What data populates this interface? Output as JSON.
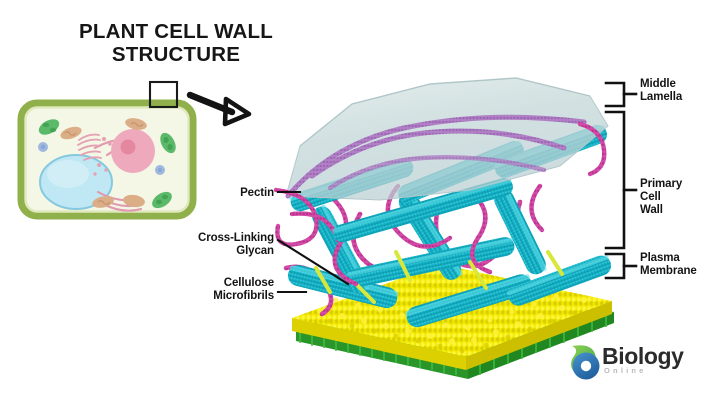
{
  "title": {
    "line1": "PLANT CELL WALL",
    "line2": "STRUCTURE"
  },
  "labels_left": {
    "pectin": "Pectin",
    "glycan_line1": "Cross-Linking",
    "glycan_line2": "Glycan",
    "microfibrils_line1": "Cellulose",
    "microfibrils_line2": "Microfibrils"
  },
  "labels_right": {
    "middle_lamella_line1": "Middle",
    "middle_lamella_line2": "Lamella",
    "primary_wall_line1": "Primary",
    "primary_wall_line2": "Cell",
    "primary_wall_line3": "Wall",
    "plasma_membrane_line1": "Plasma",
    "plasma_membrane_line2": "Membrane"
  },
  "logo": {
    "word": "Biology",
    "subtitle": "Online"
  },
  "colors": {
    "title_text": "#161616",
    "label_text": "#141414",
    "leader_line": "#111111",
    "cell_wall_border": "#8fb04a",
    "cell_wall_inner": "#c8d98a",
    "cytoplasm": "#f5f7e6",
    "vacuole": "#bfe7f4",
    "vacuole_edge": "#86c9de",
    "nucleus": "#efa9bd",
    "nucleolus": "#e4889f",
    "er": "#e5a2b4",
    "chloroplast": "#5bb96a",
    "mitochondrion": "#dcae88",
    "granule": "#9fb8e0",
    "middle_lamella_sheet": "#cddcdc",
    "pectin_strand": "#b07fc4",
    "glycan_strand": "#cc3f9e",
    "cellulose_microfibril": "#17b8cc",
    "membrane_head": "#f2e800",
    "membrane_tail": "#33aa33",
    "logo_green": "#6cc04a",
    "logo_blue": "#2f7ec4",
    "logo_word": "#2b2b2b",
    "logo_sub": "#b9b9b9"
  },
  "diagram": {
    "type": "scientific-illustration",
    "subject": "Plant cell wall structure",
    "callout": "magnified region of cell wall",
    "layers_top_to_bottom": [
      "Middle Lamella",
      "Primary Cell Wall",
      "Plasma Membrane"
    ],
    "components": [
      "Pectin",
      "Cross-Linking Glycan",
      "Cellulose Microfibrils"
    ]
  }
}
